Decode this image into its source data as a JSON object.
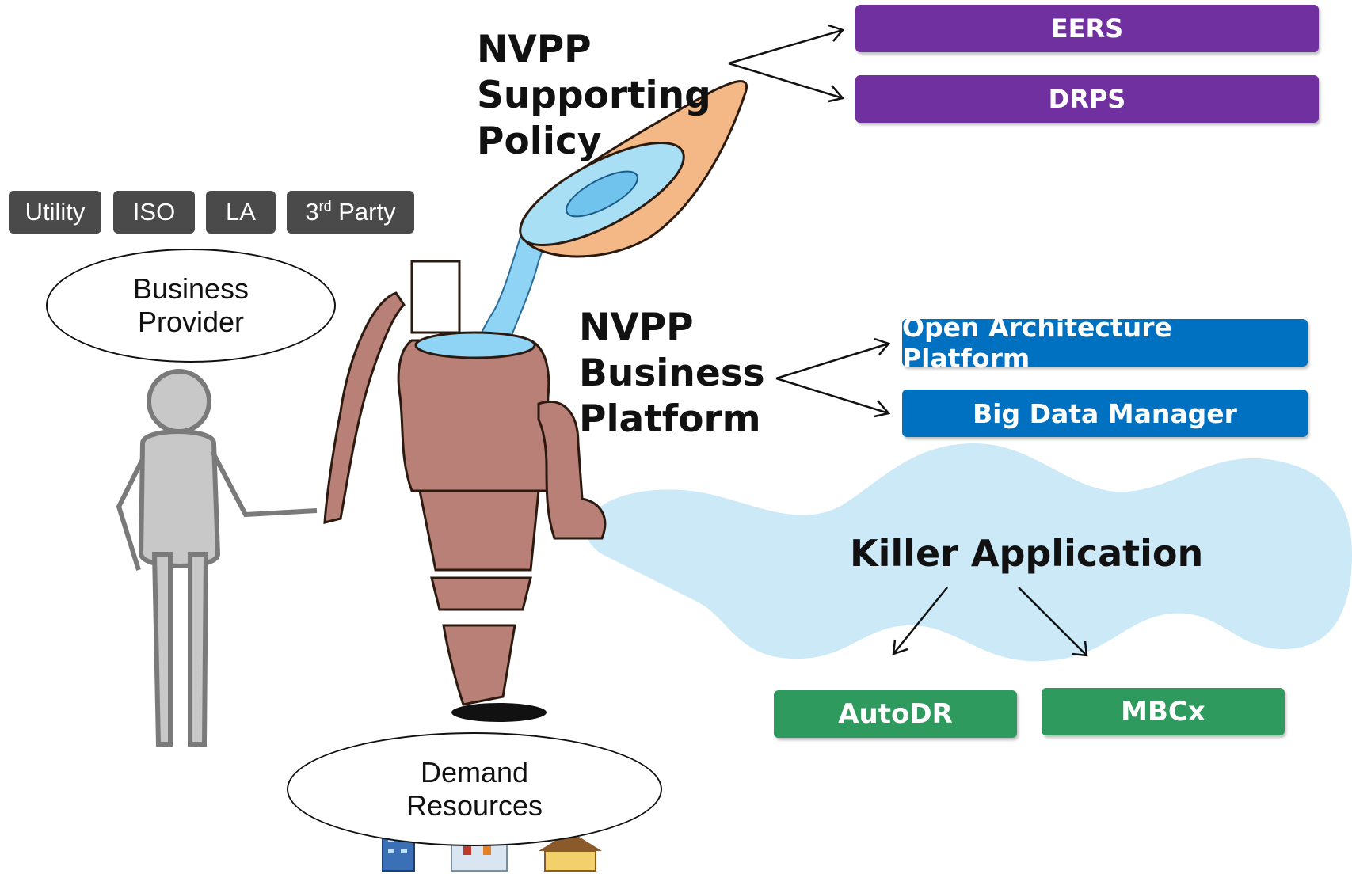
{
  "stakeholders": {
    "utility": "Utility",
    "iso": "ISO",
    "la": "LA",
    "third_party_num": "3",
    "third_party_sup": "rd",
    "third_party_rest": " Party"
  },
  "business_provider": "Business\nProvider",
  "demand_resources": "Demand\nResources",
  "policy_label": "NVPP\nSupporting\nPolicy",
  "platform_label": "NVPP\nBusiness\nPlatform",
  "killer_label": "Killer Application",
  "policy_items": [
    "EERS",
    "DRPS"
  ],
  "platform_items": [
    "Open Architecture Platform",
    "Big Data Manager"
  ],
  "killer_items": [
    "AutoDR",
    "MBCx"
  ],
  "colors": {
    "purple": "#7030a0",
    "blue": "#0070c0",
    "green": "#2e9a5e",
    "cloud": "#cce9f8",
    "pump": "#b98078",
    "gray_tag": "#4a4a4a"
  }
}
